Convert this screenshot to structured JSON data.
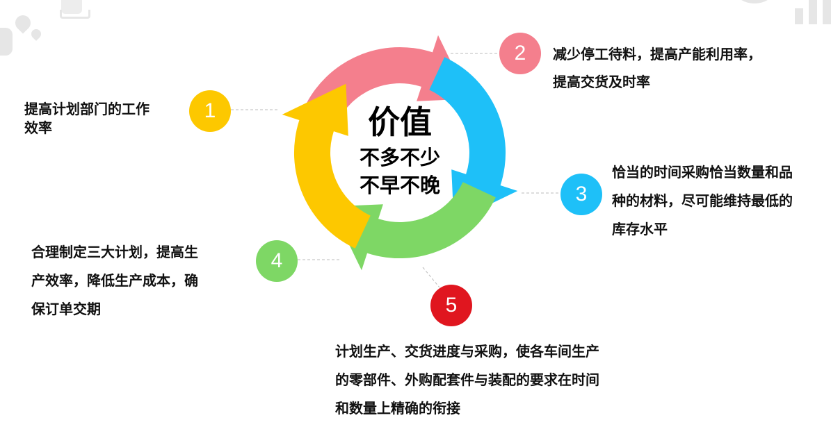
{
  "center": {
    "title": "价值",
    "line1": "不多不少",
    "line2": "不早不晚"
  },
  "items": [
    {
      "number": "1",
      "color": "#fdc800",
      "lines": [
        "提高计划部门的工作",
        "效率"
      ]
    },
    {
      "number": "2",
      "color": "#f47f8d",
      "lines": [
        "减少停工待料，提高产能利用率，",
        "提高交货及时率"
      ]
    },
    {
      "number": "3",
      "color": "#1ec0f8",
      "lines": [
        "恰当的时间采购恰当数量和品",
        "种的材料，尽可能维持最低的",
        "库存水平"
      ]
    },
    {
      "number": "4",
      "color": "#7ed765",
      "lines": [
        "合理制定三大计划，提高生",
        "产效率，降低生产成本，确",
        "保订单交期"
      ]
    },
    {
      "number": "5",
      "color": "#e0161f",
      "lines": [
        "计划生产、交货进度与采购，使各车间生产",
        "的零部件、外购配套件与装配的要求在时间",
        "和数量上精确的衔接"
      ]
    }
  ],
  "arrow_colors": [
    "#f47f8d",
    "#1ec0f8",
    "#7ed765",
    "#fdc800"
  ]
}
